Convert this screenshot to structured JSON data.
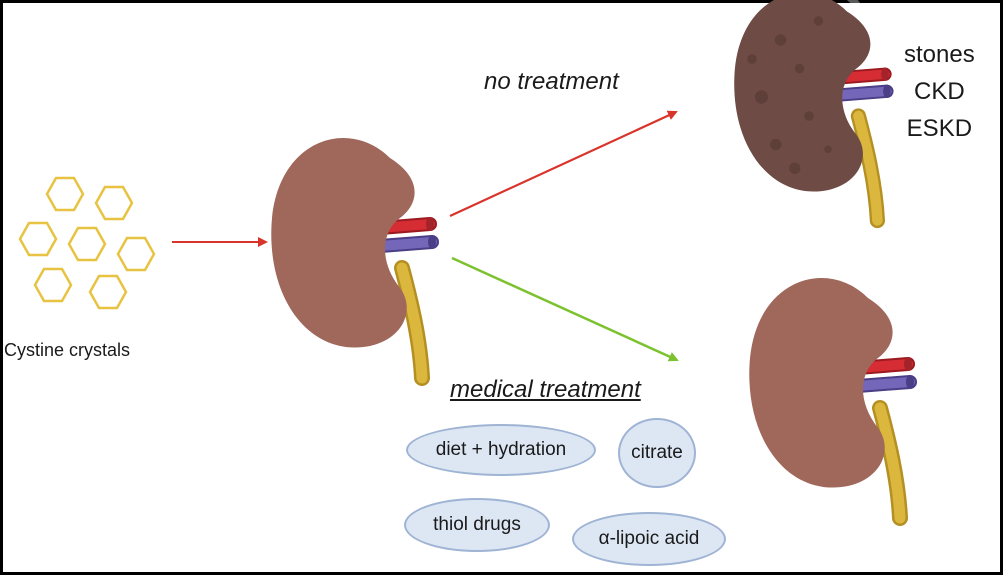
{
  "labels": {
    "crystals": "Cystine crystals",
    "no_treatment": "no treatment",
    "medical_treatment": "medical treatment"
  },
  "outcomes": [
    "stones",
    "CKD",
    "ESKD"
  ],
  "treatments": [
    "diet + hydration",
    "citrate",
    "thiol drugs",
    "α-lipoic acid"
  ],
  "colors": {
    "crystal": "#e8c341",
    "arrow_red": "#d9342b",
    "arrow_green": "#7cc22f",
    "kidney_healthy": "#a0675b",
    "kidney_diseased": "#6e4b44",
    "artery": "#cf2830",
    "vein": "#6e5fb0",
    "ureter": "#d9b43a",
    "pill_fill": "#dde6f3",
    "pill_border": "#9fb4d4"
  },
  "icons": [
    "hexagon-crystal-icon",
    "kidney-icon",
    "diseased-kidney-icon",
    "arrow-icon"
  ]
}
